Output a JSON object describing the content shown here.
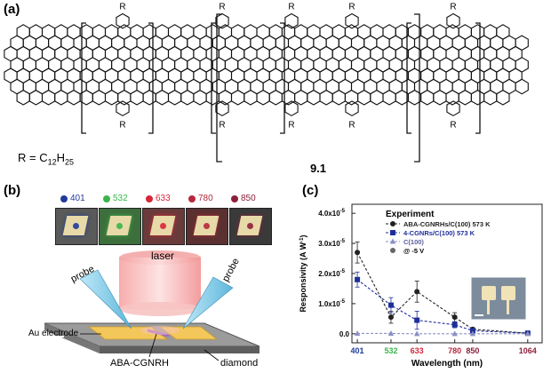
{
  "panel_a": {
    "label": "(a)",
    "r_formula": "R = C",
    "r_sub": "12",
    "r_h": "H",
    "r_sub2": "25",
    "r_group": "R",
    "unit_label": "9.1"
  },
  "panel_b": {
    "label": "(b)",
    "wavelengths": [
      {
        "value": "401",
        "color": "#1f3b9a"
      },
      {
        "value": "532",
        "color": "#39b54a"
      },
      {
        "value": "633",
        "color": "#d9263a"
      },
      {
        "value": "780",
        "color": "#b5283b"
      },
      {
        "value": "850",
        "color": "#8e1f3a"
      }
    ],
    "laser": "laser",
    "probe_left": "probe",
    "probe_right": "probe",
    "au_electrode": "Au electrode",
    "ribbon": "ABA-CGNRH",
    "substrate": "diamond"
  },
  "panel_c": {
    "label": "(c)"
  },
  "chart_data": {
    "type": "line",
    "legend_title": "Experiment",
    "xlabel": "Wavelength (nm)",
    "ylabel": "Responsivity (A W",
    "ylabel_sup": "-1",
    "ylabel_end": ")",
    "xticks": [
      {
        "value": 401,
        "label": "401",
        "color": "#1f3b9a"
      },
      {
        "value": 532,
        "label": "532",
        "color": "#39b54a"
      },
      {
        "value": 633,
        "label": "633",
        "color": "#d9263a"
      },
      {
        "value": 780,
        "label": "780",
        "color": "#b5283b"
      },
      {
        "value": 850,
        "label": "850",
        "color": "#8e1f3a"
      },
      {
        "value": 1064,
        "label": "1064",
        "color": "#8e1f3a"
      }
    ],
    "yticks": [
      {
        "value": 0,
        "label": "0.0"
      },
      {
        "value": 1e-05,
        "label": "1.0x10",
        "exp": "-5"
      },
      {
        "value": 2e-05,
        "label": "2.0x10",
        "exp": "-5"
      },
      {
        "value": 3e-05,
        "label": "3.0x10",
        "exp": "-5"
      },
      {
        "value": 4e-05,
        "label": "4.0x10",
        "exp": "-5"
      }
    ],
    "xlim": [
      380,
      1120
    ],
    "ylim": [
      -3e-06,
      4.3e-05
    ],
    "series": [
      {
        "name": "ABA-CGNRHs/C(100) 573 K",
        "color": "#222222",
        "marker": "circle",
        "x": [
          401,
          532,
          633,
          780,
          850,
          1064
        ],
        "y": [
          2.7e-05,
          5.5e-06,
          1.4e-05,
          5.5e-06,
          1.5e-06,
          2e-07
        ],
        "err": [
          3.5e-06,
          2e-06,
          3.5e-06,
          1.5e-06,
          5e-07,
          1e-07
        ]
      },
      {
        "name": "4-CGNRs/C(100) 573 K",
        "color": "#1f2f9a",
        "marker": "square",
        "x": [
          401,
          532,
          633,
          780,
          850,
          1064
        ],
        "y": [
          1.8e-05,
          9.5e-06,
          4.5e-06,
          3e-06,
          1e-06,
          2e-07
        ],
        "err": [
          2.5e-06,
          2.5e-06,
          3e-06,
          1e-06,
          5e-07,
          1e-07
        ]
      },
      {
        "name": "C(100)",
        "color": "#8a8fc4",
        "marker": "triangle",
        "x": [
          401,
          532,
          633,
          780,
          850,
          1064
        ],
        "y": [
          1e-07,
          1e-07,
          0.0,
          0.0,
          0.0,
          0.0
        ],
        "err": [
          0,
          0,
          0,
          0,
          0,
          0
        ]
      }
    ],
    "extra_legend": "@ -5 V"
  }
}
